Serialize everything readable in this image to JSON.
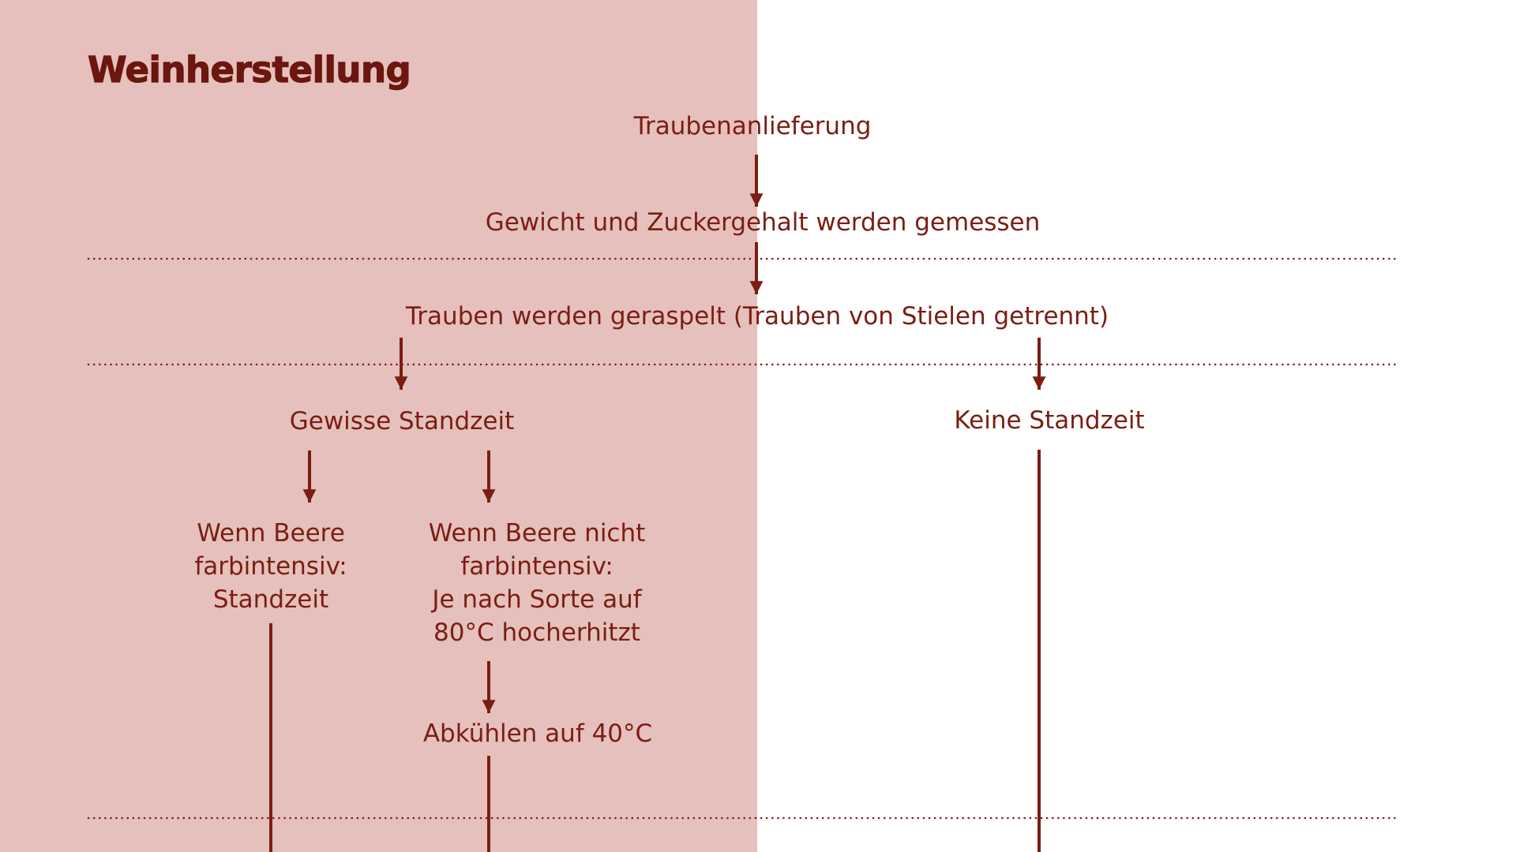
{
  "colors": {
    "panel": "#e6c0bc",
    "ink": "#7a1e12",
    "background": "#ffffff"
  },
  "title": "Weinherstellung",
  "steps": {
    "delivery": "Traubenanlieferung",
    "measure": "Gewicht und Zuckergehalt werden gemessen",
    "destem": "Trauben werden geraspelt (Trauben von Stielen getrennt)",
    "some_rest": "Gewisse Standzeit",
    "no_rest": "Keine Standzeit",
    "intense": {
      "line1": "Wenn Beere",
      "line2": "farbintensiv:",
      "line3": "Standzeit"
    },
    "not_intense": {
      "line1": "Wenn Beere nicht",
      "line2": "farbintensiv:",
      "line3": "Je nach Sorte auf",
      "line4": "80°C hocherhitzt"
    },
    "cool": "Abkühlen auf 40°C"
  }
}
